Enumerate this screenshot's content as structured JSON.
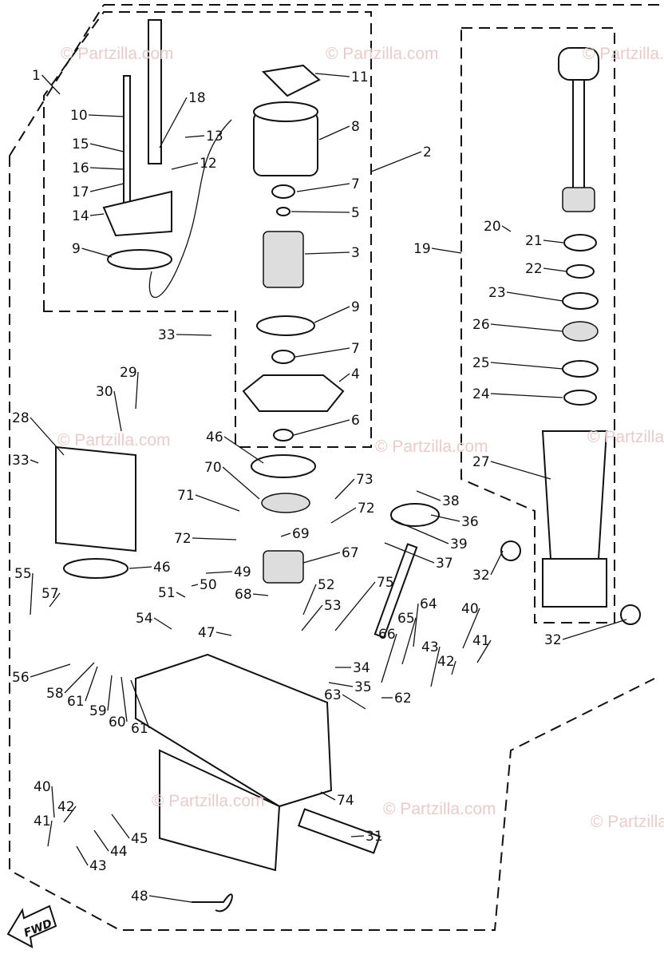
{
  "watermark": "© Partzilla.com",
  "direction_label": "FWD",
  "callouts": [
    "1",
    "10",
    "18",
    "13",
    "15",
    "16",
    "17",
    "12",
    "14",
    "9",
    "11",
    "8",
    "2",
    "7",
    "5",
    "3",
    "9",
    "7",
    "4",
    "33",
    "29",
    "30",
    "6",
    "28",
    "33",
    "46",
    "70",
    "71",
    "73",
    "72",
    "72",
    "69",
    "67",
    "46",
    "49",
    "50",
    "51",
    "68",
    "52",
    "53",
    "54",
    "47",
    "55",
    "57",
    "56",
    "58",
    "61",
    "59",
    "60",
    "61",
    "75",
    "38",
    "36",
    "39",
    "37",
    "32",
    "32",
    "40",
    "41",
    "42",
    "43",
    "64",
    "65",
    "66",
    "34",
    "35",
    "63",
    "62",
    "27",
    "24",
    "25",
    "26",
    "23",
    "22",
    "21",
    "20",
    "19",
    "74",
    "31",
    "40",
    "42",
    "41",
    "45",
    "44",
    "43",
    "48"
  ]
}
